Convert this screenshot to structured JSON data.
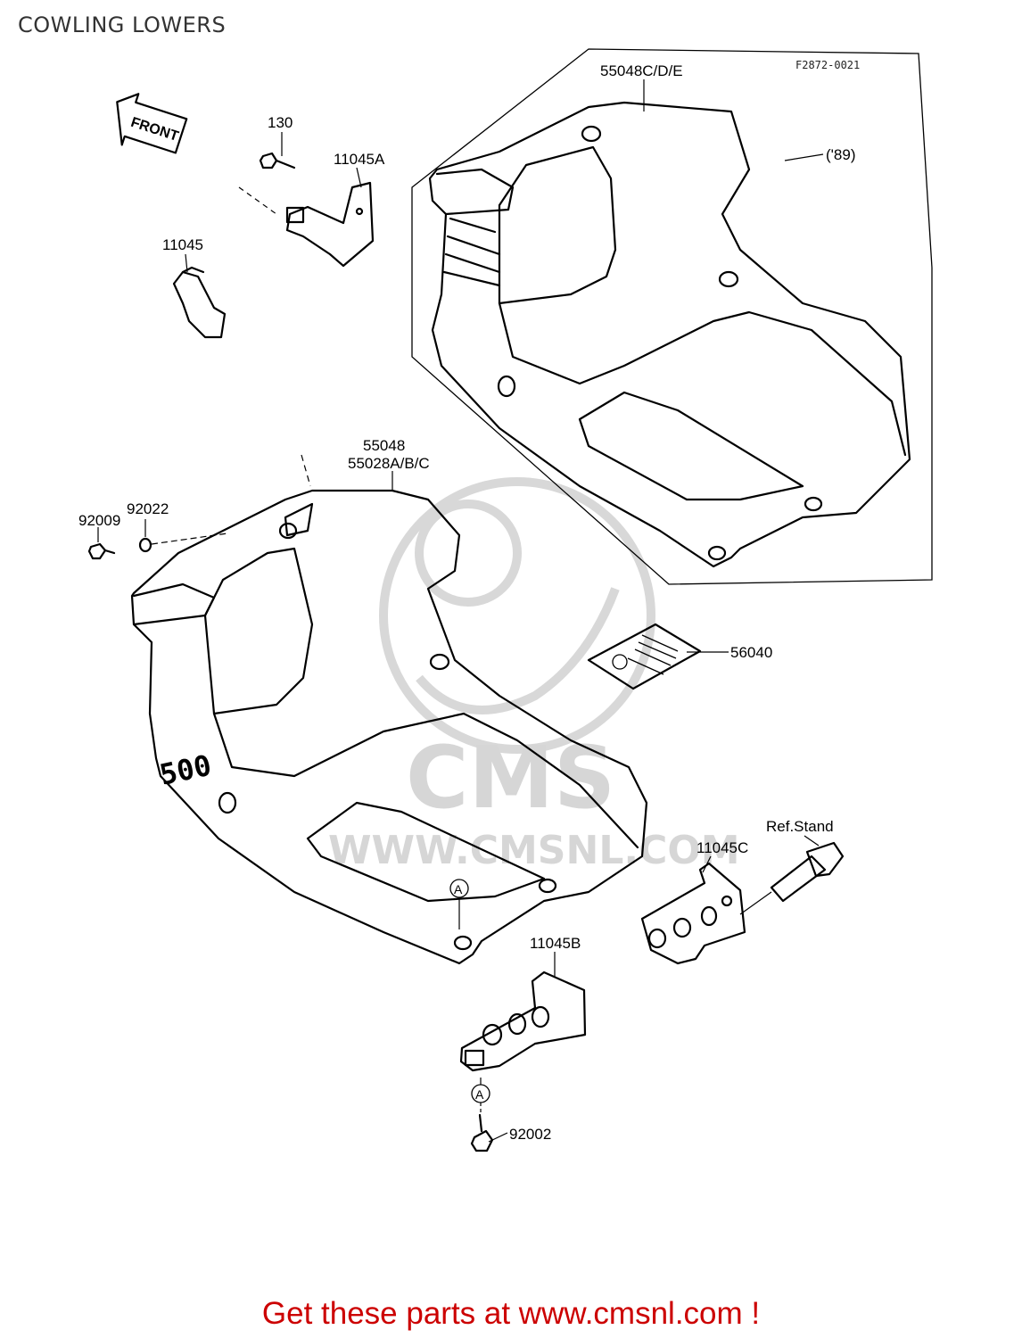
{
  "page": {
    "title": "COWLING LOWERS",
    "diagram_code": "F2872-0021",
    "footer": "Get these parts at www.cmsnl.com !"
  },
  "watermark": {
    "brand": "CMS",
    "url": "WWW.CMSNL.COM"
  },
  "direction_arrow": {
    "label": "FRONT"
  },
  "decal_text": {
    "model_number": "500"
  },
  "parts": [
    {
      "number": "130"
    },
    {
      "number": "11045A"
    },
    {
      "number": "11045"
    },
    {
      "number": "55048C/D/E"
    },
    {
      "number": "('89)"
    },
    {
      "number": "55048"
    },
    {
      "number": "55028A/B/C"
    },
    {
      "number": "92009"
    },
    {
      "number": "92022"
    },
    {
      "number": "56040"
    },
    {
      "number": "Ref.Stand"
    },
    {
      "number": "11045C"
    },
    {
      "number": "11045B"
    },
    {
      "number": "92002"
    }
  ],
  "markers": {
    "ref_a": "A"
  }
}
